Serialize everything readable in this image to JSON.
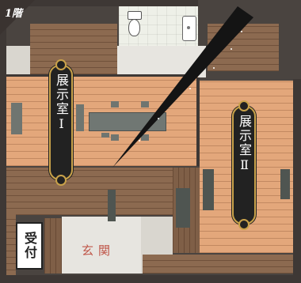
{
  "map": {
    "floor_label": "1階",
    "rooms": {
      "exhibition_room_1": "展示室Ⅰ",
      "exhibition_room_2": "展示室Ⅱ",
      "reception": "受付",
      "entrance": "玄関"
    },
    "colors": {
      "plaque_frame": "#c9a24a",
      "entrance_text": "#c0574a",
      "floor_light": "#e3a77b",
      "floor_dark": "#8c6a50"
    }
  }
}
